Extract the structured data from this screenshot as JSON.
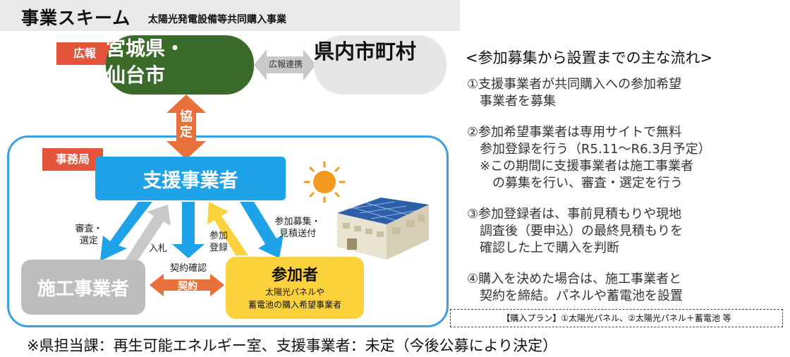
{
  "header": {
    "title": "事業スキーム",
    "subtitle": "太陽光発電設備等共同購入事業"
  },
  "diagram": {
    "kouhou_tag": "広報",
    "miyagi_line1": "宮城県・",
    "miyagi_line2": "仙台市",
    "kouhou_renkei": "広報連携",
    "municipalities": "県内市町村",
    "kyotei_1": "協",
    "kyotei_2": "定",
    "jimukyoku_tag": "事務局",
    "support_org": "支援事業者",
    "contractor": "施工事業者",
    "participant_title": "参加者",
    "participant_sub1": "太陽光パネルや",
    "participant_sub2": "蓄電池の購入希望事業者",
    "label_shinsa1": "審査・",
    "label_shinsa2": "選定",
    "label_nyusatsu": "入札",
    "label_sanka1": "参加",
    "label_sanka2": "登録",
    "label_boshu1": "参加募集・",
    "label_boshu2": "見積送付",
    "label_keiyaku_kakunin": "契約確認",
    "label_keiyaku": "契約"
  },
  "flow": {
    "heading": "<参加募集から設置までの主な流れ>",
    "items": [
      [
        "①支援事業者が共同購入への参加希望",
        "事業者を募集"
      ],
      [
        "②参加希望事業者は専用サイトで無料",
        "参加登録を行う（R5.11～R6.3月予定）",
        "※この期間に支援事業者は施工事業者",
        "の募集を行い、審査・選定を行う"
      ],
      [
        "③参加登録者は、事前見積もりや現地",
        "調査後（要申込）の最終見積もりを",
        "確認した上で購入を判断"
      ],
      [
        "④購入を決めた場合は、施工事業者と",
        "契約を締結。パネルや蓄電池を設置"
      ]
    ]
  },
  "plan_note": "【購入プラン】①太陽光パネル、②太陽光パネル＋蓄電池 等",
  "footnote": "※県担当課：再生可能エネルギー室、支援事業者：未定（今後公募により決定）",
  "colors": {
    "green": "#3a6b2a",
    "red": "#e2553b",
    "blue": "#1fa3e8",
    "gray": "#bdbdbd",
    "yellow": "#fcd23c",
    "orange": "#e8703a"
  }
}
